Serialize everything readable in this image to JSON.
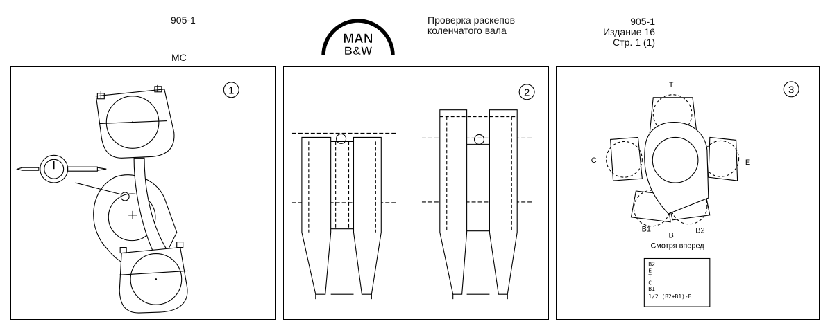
{
  "header": {
    "doc_number_left": "905-1",
    "series": "MC",
    "logo_top": "MAN",
    "logo_bottom": "B&W",
    "title_line1": "Проверка раскепов",
    "title_line2": "коленчатого вала",
    "doc_number_right": "905-1",
    "edition": "Издание 16",
    "page": "Стр. 1 (1)"
  },
  "figures": {
    "fig1": {
      "number": "1"
    },
    "fig2": {
      "number": "2"
    },
    "fig3": {
      "number": "3",
      "label_top": "T",
      "label_left": "C",
      "label_right": "E",
      "label_b1": "B1",
      "label_b": "B",
      "label_b2": "B2",
      "caption": "Смотря вперед",
      "legend": [
        "B2",
        "E",
        "T",
        "C",
        "B1",
        "1/2 (B2+B1)-B"
      ]
    }
  }
}
